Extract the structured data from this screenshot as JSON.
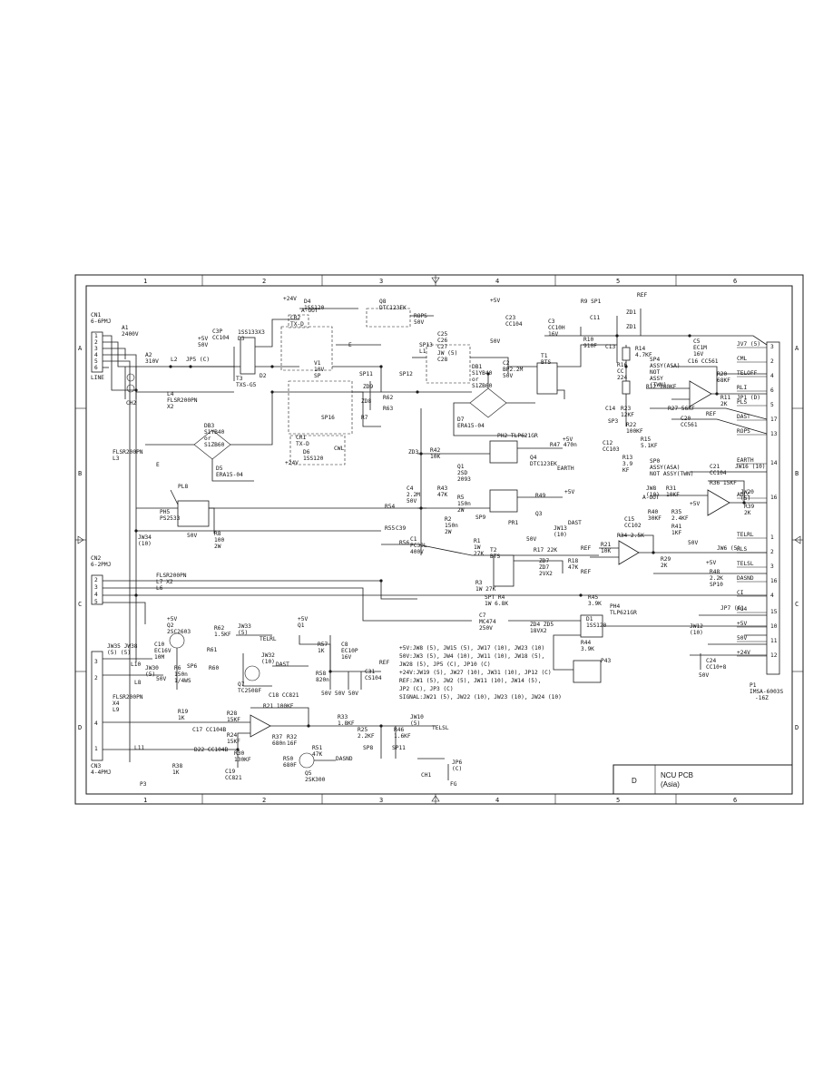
{
  "sheet": {
    "col_labels": [
      "1",
      "2",
      "3",
      "4",
      "5",
      "6"
    ],
    "row_labels": [
      "A",
      "B",
      "C",
      "D"
    ]
  },
  "title_block": {
    "letter": "D",
    "title": "NCU PCB",
    "subtitle": "(Asia)"
  },
  "connectors": {
    "cn1": {
      "name": "CN1",
      "part": "6-6PMJ",
      "pins": [
        "1",
        "2",
        "3",
        "4",
        "5",
        "6"
      ],
      "label": "LINE"
    },
    "cn2": {
      "name": "CN2",
      "part": "6-2PMJ",
      "pins": [
        "2",
        "3",
        "4",
        "5"
      ]
    },
    "cn3": {
      "name": "CN3",
      "part": "4-4PMJ",
      "pins": [
        "3",
        "2",
        "4",
        "1"
      ]
    },
    "p1": {
      "name": "P1",
      "part": "IMSA-6003S",
      "part2": "-16Z"
    }
  },
  "p1_signals": [
    {
      "label": "JV7 (5)",
      "pin": "3"
    },
    {
      "label": "CML",
      "pin": "2"
    },
    {
      "label": "TELOFF",
      "pin": "4"
    },
    {
      "label": "RLI",
      "pin": "6"
    },
    {
      "label": "PLS",
      "pin": "5"
    },
    {
      "label": "DAST",
      "pin": "17"
    },
    {
      "label": "ROPS",
      "pin": "13"
    },
    {
      "label": "EARTH",
      "pin": "14"
    },
    {
      "label": "ADLC",
      "pin": "16"
    },
    {
      "label": "TELRL",
      "pin": "1"
    },
    {
      "label": "RLS",
      "pin": "2"
    },
    {
      "label": "TELSL",
      "pin": "3"
    },
    {
      "label": "DASND",
      "pin": "16"
    },
    {
      "label": "CI",
      "pin": "4"
    },
    {
      "label": "PG4",
      "pin": "15"
    },
    {
      "label": "+5V",
      "pin": "10"
    },
    {
      "label": "50V",
      "pin": "11"
    },
    {
      "label": "+24V",
      "pin": "12"
    }
  ],
  "parts": [
    {
      "id": "a1",
      "text": "A1\n2400V"
    },
    {
      "id": "a2",
      "text": "A2\n310V"
    },
    {
      "id": "l2",
      "text": "L2"
    },
    {
      "id": "jp5",
      "text": "JP5 (C)"
    },
    {
      "id": "l4",
      "text": "L4\nFLSR200PN\nX2"
    },
    {
      "id": "ch2",
      "text": "CH2"
    },
    {
      "id": "c3p",
      "text": "C3P\nCC104"
    },
    {
      "id": "p5v1",
      "text": "+5V\n50V"
    },
    {
      "id": "t3",
      "text": "T3\nTXS-G5"
    },
    {
      "id": "d1",
      "text": "1SS133X3\nD3"
    },
    {
      "id": "d2",
      "text": "D2"
    },
    {
      "id": "p24",
      "text": "+24V"
    },
    {
      "id": "d4",
      "text": "D4\n1SS120"
    },
    {
      "id": "aout",
      "text": "A-OUT"
    },
    {
      "id": "cr2",
      "text": "CR2\nTX-D"
    },
    {
      "id": "e1",
      "text": "E"
    },
    {
      "id": "v1",
      "text": "V1\n10V\nSP"
    },
    {
      "id": "q8",
      "text": "Q8\nDTC123EK"
    },
    {
      "id": "rop",
      "text": "ROPS\n50V"
    },
    {
      "id": "p5v2",
      "text": "+5V"
    },
    {
      "id": "c23",
      "text": "C23\nCC104"
    },
    {
      "id": "c50v",
      "text": "50V"
    },
    {
      "id": "sp11",
      "text": "SP11"
    },
    {
      "id": "sp12",
      "text": "SP12"
    },
    {
      "id": "sp13",
      "text": "SP13\nL1"
    },
    {
      "id": "c25",
      "text": "C25\nC26\nC27\nJW (5)\nC28"
    },
    {
      "id": "db1",
      "text": "DB1\nS1YB40\nor\nS1ZB60"
    },
    {
      "id": "c2",
      "text": "C2\nBP2.2M\n50V"
    },
    {
      "id": "t1",
      "text": "T1\nBTS"
    },
    {
      "id": "c3",
      "text": "C3\nCC10H\n16V"
    },
    {
      "id": "r9",
      "text": "R9 SP1"
    },
    {
      "id": "r10",
      "text": "R10\n910F"
    },
    {
      "id": "c11",
      "text": "C11"
    },
    {
      "id": "ref1",
      "text": "REF"
    },
    {
      "id": "zd1",
      "text": "ZD1"
    },
    {
      "id": "zd2",
      "text": "ZD1"
    },
    {
      "id": "c13",
      "text": "C13"
    },
    {
      "id": "r14",
      "text": "R14\n4.7KF"
    },
    {
      "id": "r16",
      "text": "R16\nCC\n224"
    },
    {
      "id": "sp4",
      "text": "SP4\nASSY(ASA)\nNOT\nASSY\n(TWN)"
    },
    {
      "id": "r12",
      "text": "R12 100KF"
    },
    {
      "id": "c5",
      "text": "C5\nEC1M\n16V"
    },
    {
      "id": "c16",
      "text": "C16 CC561"
    },
    {
      "id": "r20",
      "text": "R20\n68KF"
    },
    {
      "id": "r11",
      "text": "R11\n2K"
    },
    {
      "id": "jp1",
      "text": "JP1 (D)"
    },
    {
      "id": "c14",
      "text": "C14"
    },
    {
      "id": "r23",
      "text": "R23\n12KF"
    },
    {
      "id": "sp3",
      "text": "SP3"
    },
    {
      "id": "r22",
      "text": "R22\n100KF"
    },
    {
      "id": "r27",
      "text": "R27 56KF"
    },
    {
      "id": "ref2",
      "text": "REF"
    },
    {
      "id": "c20",
      "text": "C20\nCC561"
    },
    {
      "id": "c12",
      "text": "C12\nCC103"
    },
    {
      "id": "r15",
      "text": "R15\n5.1KF"
    },
    {
      "id": "r13",
      "text": "R13\n3.9\nKF"
    },
    {
      "id": "sp0",
      "text": "SP0\nASSY(ASA)\nNOT ASSY(TWN)"
    },
    {
      "id": "c21",
      "text": "C21\nCC104"
    },
    {
      "id": "jw16",
      "text": "JW16 (10)"
    },
    {
      "id": "r36",
      "text": "R36 15KF"
    },
    {
      "id": "jw8",
      "text": "JW8\n(10)"
    },
    {
      "id": "r31",
      "text": "R31\n10KF"
    },
    {
      "id": "aout2",
      "text": "A-OUT"
    },
    {
      "id": "r40",
      "text": "R40\n30KF"
    },
    {
      "id": "r35",
      "text": "R35\n2.4KF"
    },
    {
      "id": "r41",
      "text": "R41\n1KF"
    },
    {
      "id": "jw20",
      "text": "JW20\n(5)"
    },
    {
      "id": "r39",
      "text": "R39\n2K"
    },
    {
      "id": "c5v3",
      "text": "+5V"
    },
    {
      "id": "s50v",
      "text": "50V"
    },
    {
      "id": "c15",
      "text": "C15\nCC102"
    },
    {
      "id": "r34",
      "text": "R34 2.5K"
    },
    {
      "id": "r21",
      "text": "R21\n10K"
    },
    {
      "id": "ref3",
      "text": "REF"
    },
    {
      "id": "r29",
      "text": "R29\n2K"
    },
    {
      "id": "r48",
      "text": "R48\n2.2K"
    },
    {
      "id": "sp10",
      "text": "SP10"
    },
    {
      "id": "p5v4",
      "text": "+5V"
    },
    {
      "id": "jw6",
      "text": "JW6 (5)"
    },
    {
      "id": "jp7",
      "text": "JP7 (C)"
    },
    {
      "id": "jw12",
      "text": "JW12\n(10)"
    },
    {
      "id": "c24",
      "text": "C24\nCC10+8"
    },
    {
      "id": "cs50v",
      "text": "50V"
    },
    {
      "id": "db3",
      "text": "DB3\nS1YB40\nor\nS1ZB60"
    },
    {
      "id": "d5",
      "text": "D5\nERA15-04"
    },
    {
      "id": "pl8",
      "text": "PL8"
    },
    {
      "id": "ph5",
      "text": "PH5\nPS2533"
    },
    {
      "id": "r8",
      "text": "R8\n100\n2W"
    },
    {
      "id": "s50v2",
      "text": "50V"
    },
    {
      "id": "l3",
      "text": "FLSR200PN\nL3"
    },
    {
      "id": "e2",
      "text": "E"
    },
    {
      "id": "jw34",
      "text": "JW34\n(10)"
    },
    {
      "id": "cr1",
      "text": "CR1\nTX-D"
    },
    {
      "id": "d6",
      "text": "D6\n1SS120"
    },
    {
      "id": "p24b",
      "text": "+24V"
    },
    {
      "id": "cwl",
      "text": "CWL"
    },
    {
      "id": "sp16",
      "text": "SP16"
    },
    {
      "id": "zd8",
      "text": "ZD8"
    },
    {
      "id": "zd9",
      "text": "ZD9"
    },
    {
      "id": "r62",
      "text": "R62"
    },
    {
      "id": "r63",
      "text": "R63"
    },
    {
      "id": "r7",
      "text": "R7"
    },
    {
      "id": "r54",
      "text": "R54"
    },
    {
      "id": "r55",
      "text": "R55"
    },
    {
      "id": "c39",
      "text": "C39"
    },
    {
      "id": "r56",
      "text": "R56"
    },
    {
      "id": "zd3",
      "text": "ZD3"
    },
    {
      "id": "r42",
      "text": "R42\n10K"
    },
    {
      "id": "d7",
      "text": "D7\nERA15-04"
    },
    {
      "id": "ph2",
      "text": "PH2 TLP621GR"
    },
    {
      "id": "r47",
      "text": "R47 470n"
    },
    {
      "id": "p5v5",
      "text": "+5V"
    },
    {
      "id": "q4",
      "text": "Q4\nDTC123EK"
    },
    {
      "id": "earth",
      "text": "EARTH"
    },
    {
      "id": "q1",
      "text": "Q1\n2SD\n2093"
    },
    {
      "id": "r43",
      "text": "R43\n47K"
    },
    {
      "id": "r5",
      "text": "R5\n150n\n2W"
    },
    {
      "id": "c4",
      "text": "C4\n2.2M\n50V"
    },
    {
      "id": "r49",
      "text": "R49"
    },
    {
      "id": "p5v6",
      "text": "+5V"
    },
    {
      "id": "sp9",
      "text": "SP9"
    },
    {
      "id": "pr1",
      "text": "PR1"
    },
    {
      "id": "q3",
      "text": "Q3"
    },
    {
      "id": "dast",
      "text": "DAST"
    },
    {
      "id": "jw13",
      "text": "JW13\n(10)"
    },
    {
      "id": "s50v3",
      "text": "50V"
    },
    {
      "id": "r2",
      "text": "R2\n150n\n2W"
    },
    {
      "id": "c1",
      "text": "C1\nPC39L\n400V"
    },
    {
      "id": "r1",
      "text": "R1\n1W\n27K"
    },
    {
      "id": "t2",
      "text": "T2\nBTS"
    },
    {
      "id": "r17",
      "text": "R17 22K"
    },
    {
      "id": "zd7",
      "text": "ZD7\nZD7\n2VX2"
    },
    {
      "id": "r18",
      "text": "R18\n47K"
    },
    {
      "id": "ref4",
      "text": "REF"
    },
    {
      "id": "r3",
      "text": "R3\n1W 27K"
    },
    {
      "id": "r4",
      "text": "SPT R4\n1W 6.8K"
    },
    {
      "id": "l7",
      "text": "FLSR200PN\nL7  X2\nL6"
    },
    {
      "id": "c7",
      "text": "C7\nMC474\n250V"
    },
    {
      "id": "zd4",
      "text": "ZD4 ZD5\n18VX2"
    },
    {
      "id": "r45",
      "text": "R45\n3.9K"
    },
    {
      "id": "ph4",
      "text": "PH4\nTLP621GR"
    },
    {
      "id": "d1b",
      "text": "D1\n1SS120"
    },
    {
      "id": "r44",
      "text": "R44\n3.9K"
    },
    {
      "id": "p43",
      "text": "P43"
    },
    {
      "id": "q2",
      "text": "+5V\nQ2\n2SC2603"
    },
    {
      "id": "r62b",
      "text": "R62\n1.5KF"
    },
    {
      "id": "jw33",
      "text": "JW33\n(5)"
    },
    {
      "id": "telrl",
      "text": "TELRL"
    },
    {
      "id": "r61",
      "text": "R61"
    },
    {
      "id": "c10",
      "text": "C10\nEC16V\n10M"
    },
    {
      "id": "jw30",
      "text": "JW30\n(5)"
    },
    {
      "id": "r6",
      "text": "R6\n150n\n1/4WS"
    },
    {
      "id": "sp6",
      "text": "SP6"
    },
    {
      "id": "r60",
      "text": "R60"
    },
    {
      "id": "q7",
      "text": "Q7\nTC2508F"
    },
    {
      "id": "jw32",
      "text": "JW32\n(10)"
    },
    {
      "id": "dast2",
      "text": "DAST"
    },
    {
      "id": "jw35",
      "text": "JW35 JW38\n(5) (5)"
    },
    {
      "id": "l10",
      "text": "L10"
    },
    {
      "id": "l8",
      "text": "L8"
    },
    {
      "id": "s50v4",
      "text": "50V"
    },
    {
      "id": "q1b",
      "text": "+5V\nQ1"
    },
    {
      "id": "r57",
      "text": "R57\n1K"
    },
    {
      "id": "r58",
      "text": "R58\n820n"
    },
    {
      "id": "c8",
      "text": "C8\nEC10P\n16V"
    },
    {
      "id": "c31",
      "text": "C31\nCS104"
    },
    {
      "id": "ref5",
      "text": "REF"
    },
    {
      "id": "s50v5",
      "text": "50V 50V 50V"
    },
    {
      "id": "l9",
      "text": "FLSR200PN\nX4\nL9"
    },
    {
      "id": "r19",
      "text": "R19\n1K"
    },
    {
      "id": "c17",
      "text": "C17 CC104B"
    },
    {
      "id": "d22",
      "text": "D22 CC104B"
    },
    {
      "id": "l11",
      "text": "L11"
    },
    {
      "id": "p3",
      "text": "P3"
    },
    {
      "id": "r38",
      "text": "R38\n1K"
    },
    {
      "id": "r28",
      "text": "R28\n15KF"
    },
    {
      "id": "r24",
      "text": "R24\n15KF"
    },
    {
      "id": "r30",
      "text": "R30\n130KF"
    },
    {
      "id": "c19",
      "text": "C19\nCC821"
    },
    {
      "id": "c18",
      "text": "C18 CC821"
    },
    {
      "id": "r21b",
      "text": "R21 100KF"
    },
    {
      "id": "r37",
      "text": "R37\n680n"
    },
    {
      "id": "r32",
      "text": "R32\n16F"
    },
    {
      "id": "r50",
      "text": "R50\n680F"
    },
    {
      "id": "r51",
      "text": "R51\n47K"
    },
    {
      "id": "q5",
      "text": "Q5\n2SK300"
    },
    {
      "id": "dasnd",
      "text": "DASND"
    },
    {
      "id": "r33",
      "text": "R33\n1.8KF"
    },
    {
      "id": "r25",
      "text": "R25\n2.2KF"
    },
    {
      "id": "r46",
      "text": "R46\n1.6KF"
    },
    {
      "id": "jw10",
      "text": "JW10\n(5)"
    },
    {
      "id": "telsl",
      "text": "TELSL"
    },
    {
      "id": "sp8",
      "text": "SP8"
    },
    {
      "id": "sp11b",
      "text": "SP11"
    },
    {
      "id": "jp6",
      "text": "JP6\n(C)"
    },
    {
      "id": "ch1",
      "text": "CH1"
    },
    {
      "id": "fg",
      "text": "FG"
    }
  ],
  "notes": [
    "+5V:JW8 (5), JW15 (5), JW17 (10), JW23 (10)",
    "50V:JW3 (5), JW4 (10), JW11 (10), JW18 (5),",
    "     JW28 (5), JP5 (C), JP10 (C)",
    "+24V:JW19 (5), JW27 (10), JW31 (10), JP12 (C)",
    "REF:JW1 (5), JW2 (5), JW11 (10), JW14 (5),",
    "     JP2 (C), JP3 (C)",
    "SIGNAL:JW21 (5), JW22 (10), JW23 (10), JW24 (10)"
  ]
}
